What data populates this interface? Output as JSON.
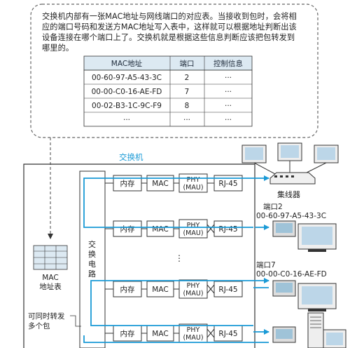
{
  "note_lines": [
    "交换机内部有一张MAC地址与网线端口的对应表。当接收到包时，会将相",
    "应的端口号码和发送方MAC地址写入表中，这样就可以根据地址判断出该",
    "设备连接在哪个端口上了。交换机就是根据这些信息判断应该把包转发到",
    "哪里的。"
  ],
  "mac_table": {
    "headers": [
      "MAC地址",
      "端口",
      "控制信息"
    ],
    "rows": [
      [
        "00-60-97-A5-43-3C",
        "2",
        "···"
      ],
      [
        "00-00-C0-16-AE-FD",
        "7",
        "···"
      ],
      [
        "00-02-B3-1C-9C-F9",
        "8",
        "···"
      ],
      [
        "···",
        "···",
        "···"
      ]
    ]
  },
  "switch_title": "交换机",
  "switch_circuit_label": "交换电路",
  "module_labels": {
    "memory": "内存",
    "mac": "MAC",
    "phy1": "PHY",
    "phy2": "(MAU)",
    "rj45": "RJ-45"
  },
  "mac_table_icon_label": [
    "MAC",
    "地址表"
  ],
  "concurrent_label": [
    "可同时转发",
    "多个包"
  ],
  "hub_label": "集线器",
  "port2": {
    "name": "端口2",
    "mac": "00-60-97-A5-43-3C"
  },
  "port7": {
    "name": "端口7",
    "mac": "00-00-C0-16-AE-FD"
  },
  "ellipsis": "⋮",
  "colors": {
    "accent": "#1a9ad6",
    "table_header": "#dce9f2",
    "line": "#333333"
  }
}
